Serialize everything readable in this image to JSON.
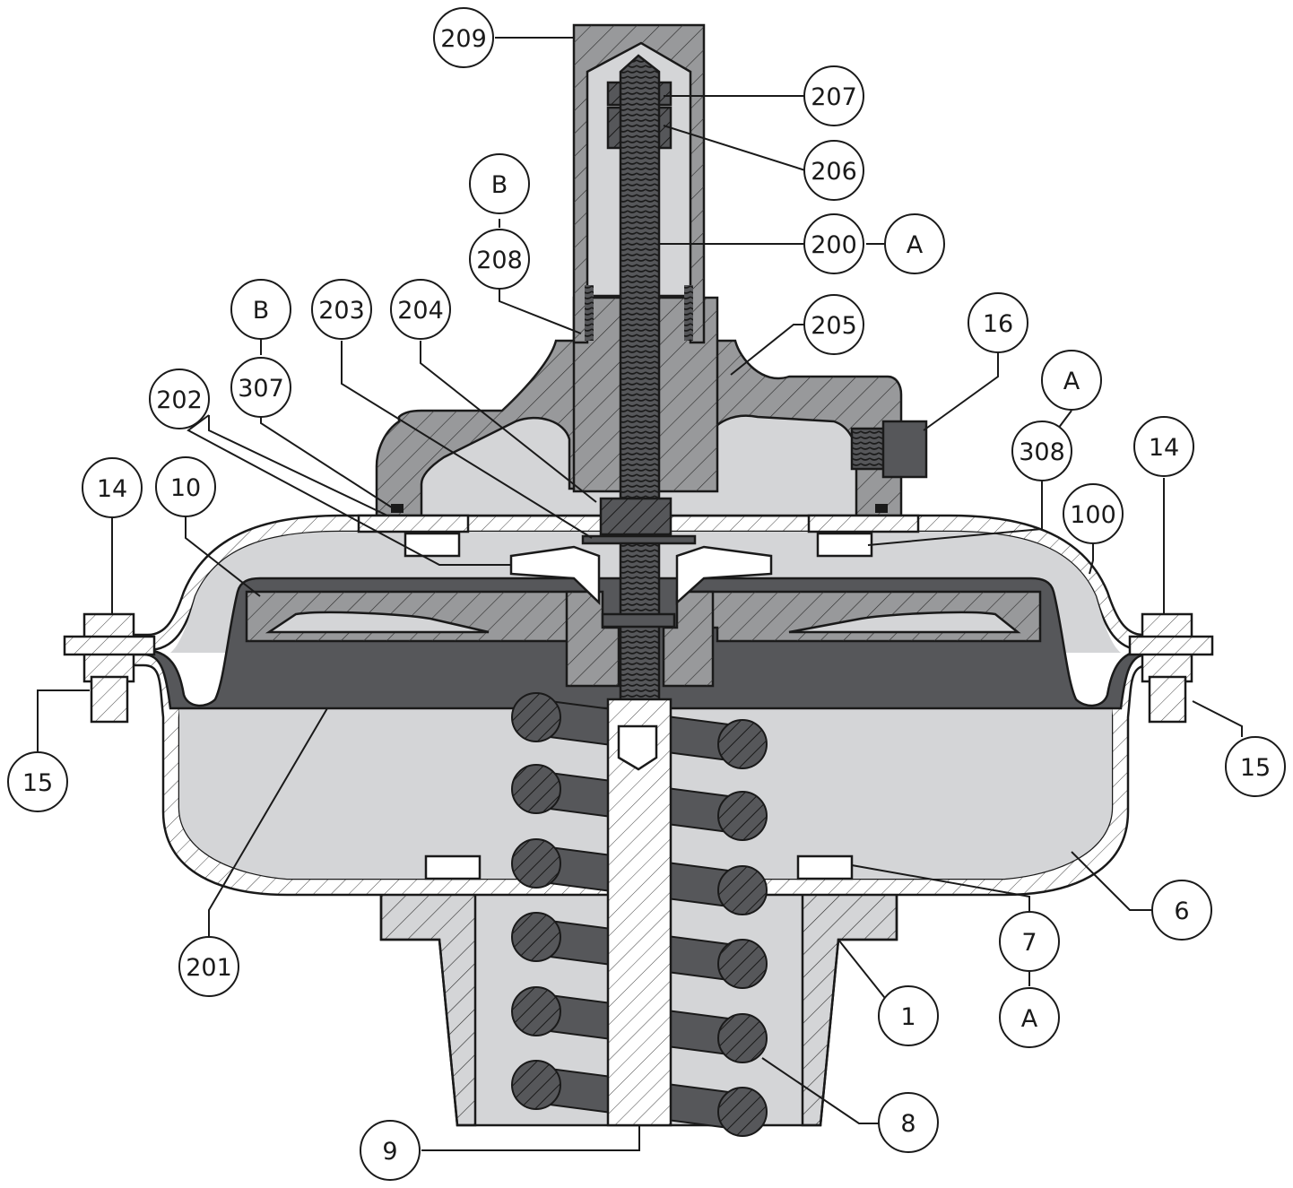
{
  "callouts": [
    {
      "id": "c209",
      "text": "209"
    },
    {
      "id": "c207",
      "text": "207"
    },
    {
      "id": "c206",
      "text": "206"
    },
    {
      "id": "c200",
      "text": "200"
    },
    {
      "id": "cA1",
      "text": "A"
    },
    {
      "id": "cB1",
      "text": "B"
    },
    {
      "id": "c208",
      "text": "208"
    },
    {
      "id": "cB2",
      "text": "B"
    },
    {
      "id": "c307",
      "text": "307"
    },
    {
      "id": "c203",
      "text": "203"
    },
    {
      "id": "c204",
      "text": "204"
    },
    {
      "id": "c205",
      "text": "205"
    },
    {
      "id": "c16",
      "text": "16"
    },
    {
      "id": "cA2",
      "text": "A"
    },
    {
      "id": "c308",
      "text": "308"
    },
    {
      "id": "c202",
      "text": "202"
    },
    {
      "id": "c14L",
      "text": "14"
    },
    {
      "id": "c10",
      "text": "10"
    },
    {
      "id": "c14R",
      "text": "14"
    },
    {
      "id": "c100",
      "text": "100"
    },
    {
      "id": "c15L",
      "text": "15"
    },
    {
      "id": "c15R",
      "text": "15"
    },
    {
      "id": "c6",
      "text": "6"
    },
    {
      "id": "c7",
      "text": "7"
    },
    {
      "id": "cA3",
      "text": "A"
    },
    {
      "id": "c201",
      "text": "201"
    },
    {
      "id": "c1",
      "text": "1"
    },
    {
      "id": "c8",
      "text": "8"
    },
    {
      "id": "c9",
      "text": "9"
    }
  ],
  "colors": {
    "line": "#1a1a1a",
    "light_gray": "#d4d5d7",
    "mid_gray": "#98999b",
    "dark_gray": "#56575a",
    "white": "#ffffff"
  }
}
